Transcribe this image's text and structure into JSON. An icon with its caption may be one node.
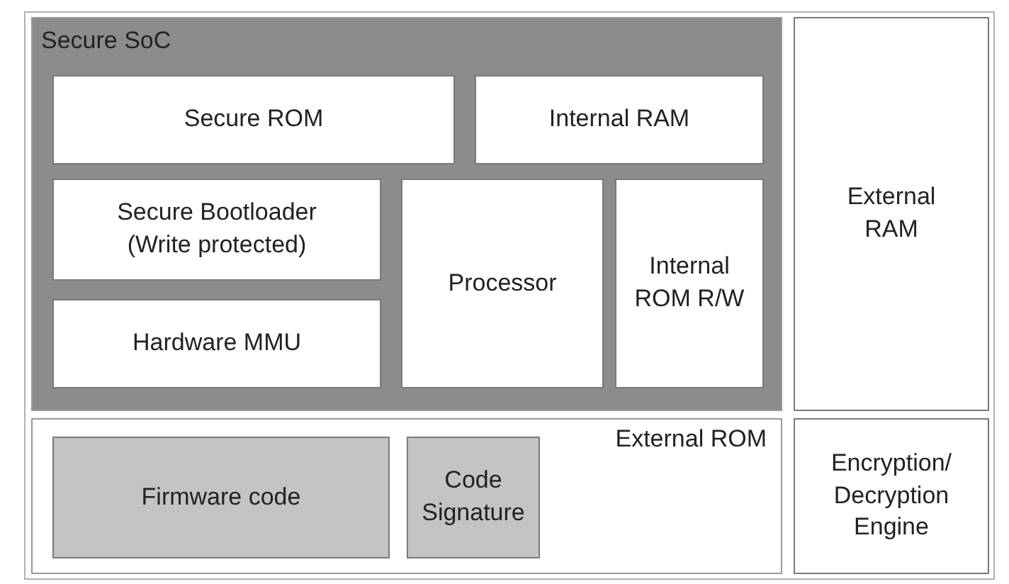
{
  "diagram": {
    "nodes": [
      {
        "text": [
          "Secure SoC"
        ]
      },
      {
        "text": [
          "Secure ROM"
        ],
        "in": 0
      },
      {
        "text": [
          "Internal RAM"
        ],
        "in": 0
      },
      {
        "text": [
          "Secure Bootloader (Write protected)"
        ],
        "in": 0
      },
      {
        "text": [
          "Processor"
        ],
        "in": 0
      },
      {
        "text": [
          "Internal ROM R/W"
        ],
        "in": 0
      },
      {
        "text": [
          "Hardware MMU"
        ],
        "in": 0
      },
      {
        "text": [
          "External RAM"
        ]
      },
      {
        "text": [
          "External ROM"
        ]
      },
      {
        "text": [
          "Firmware code"
        ],
        "in": 8
      },
      {
        "text": [
          "Code Signature"
        ],
        "in": 8
      },
      {
        "text": [
          "Encryption/ Decryption Engine"
        ]
      }
    ],
    "edges": []
  }
}
